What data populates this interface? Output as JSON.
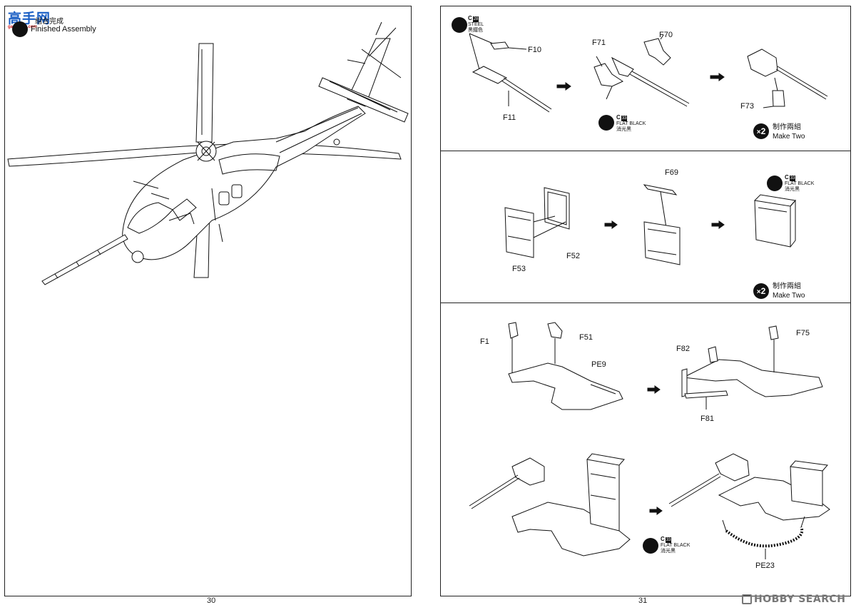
{
  "site_logo": {
    "text": "高手网",
    "subtext": "gao-shou.com"
  },
  "left_page": {
    "step_label_zh": "組合完成",
    "step_label_en": "Finished Assembly",
    "page_number": "30"
  },
  "right_page": {
    "page_number": "31",
    "step1": {
      "paint_top": {
        "code": "C",
        "number": "28",
        "name_en": "STEEL",
        "name_zh": "黑鐵色"
      },
      "paint_mid": {
        "code": "C",
        "number": "33",
        "name_en": "FLAT BLACK",
        "name_zh": "消光黑"
      },
      "parts": {
        "f10": "F10",
        "f11": "F11",
        "f71": "F71",
        "f70": "F70",
        "f73": "F73"
      },
      "make_two": {
        "multiplier": "2",
        "zh": "制作兩組",
        "en": "Make Two"
      }
    },
    "step2": {
      "paint": {
        "code": "C",
        "number": "33",
        "name_en": "FLAT BLACK",
        "name_zh": "消光黑"
      },
      "parts": {
        "f69": "F69",
        "f53": "F53",
        "f52": "F52"
      },
      "make_two": {
        "multiplier": "2",
        "zh": "制作兩組",
        "en": "Make Two"
      }
    },
    "step3": {
      "paint": {
        "code": "C",
        "number": "33",
        "name_en": "FLAT BLACK",
        "name_zh": "消光黑"
      },
      "parts": {
        "f1": "F1",
        "f51": "F51",
        "pe9": "PE9",
        "f82": "F82",
        "f75": "F75",
        "f81": "F81",
        "pe23": "PE23"
      }
    }
  },
  "watermark": {
    "text": "HOBBY SEARCH"
  },
  "colors": {
    "line": "#111111",
    "page_border": "#222222",
    "watermark": "#777777",
    "logo_red": "#d42020",
    "logo_blue": "#1b5fc4"
  }
}
